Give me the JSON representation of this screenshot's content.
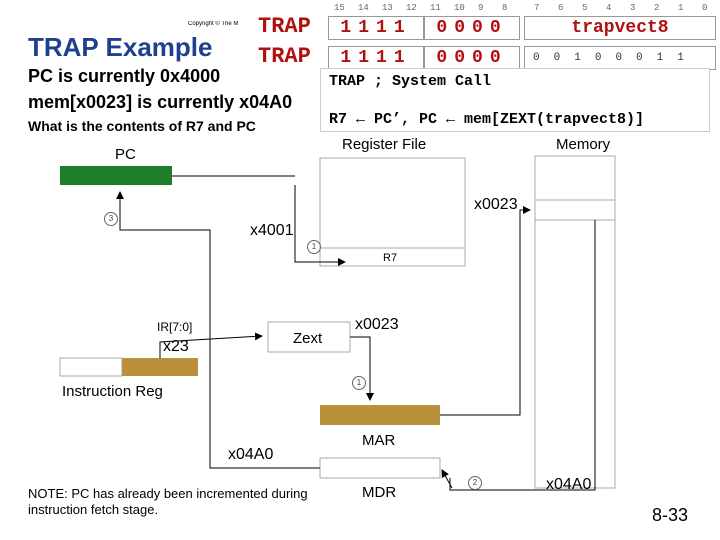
{
  "header": {
    "copyright": "Copyright © The M",
    "title": "TRAP Example",
    "q1": "PC is currently 0x4000",
    "q2": "mem[x0023] is currently x04A0",
    "q3": "What is the contents of R7 and PC"
  },
  "encoding": {
    "bit_numbers": [
      "15",
      "14",
      "13",
      "12",
      "11",
      "10",
      "9",
      "8",
      "7",
      "6",
      "5",
      "4",
      "3",
      "2",
      "1",
      "0"
    ],
    "row1": {
      "mnemonic": "TRAP",
      "opcode_bits": [
        "1",
        "1",
        "1",
        "1"
      ],
      "zero_bits": [
        "0",
        "0",
        "0",
        "0"
      ],
      "field": "trapvect8"
    },
    "row2": {
      "mnemonic": "TRAP",
      "opcode_bits": [
        "1",
        "1",
        "1",
        "1"
      ],
      "zero_bits": [
        "0",
        "0",
        "0",
        "0"
      ],
      "vector_bits": [
        "0",
        "0",
        "1",
        "0",
        "0",
        "0",
        "1",
        "1"
      ]
    }
  },
  "code": {
    "line1": "TRAP ; System Call",
    "line2": "R7 ← PC’, PC ← mem[ZEXT(trapvect8)]"
  },
  "diagram": {
    "pc_label": "PC",
    "register_file_label": "Register File",
    "memory_label": "Memory",
    "r7_label": "R7",
    "ir_field_label": "IR[7:0]",
    "zext_label": "Zext",
    "ir_label": "Instruction Reg",
    "mar_label": "MAR",
    "mdr_label": "MDR",
    "step1": "1",
    "step2": "2",
    "step3": "3",
    "val_pc_plus": "x4001",
    "val_mem_addr": "x0023",
    "val_ir": "x23",
    "val_zext": "x0023",
    "val_mdr_left": "x04A0",
    "val_mdr_right": "x04A0"
  },
  "colors": {
    "green": "#1e7f2a",
    "gold": "#b8913a",
    "red": "#b01010",
    "title": "#1f3f8f"
  },
  "footer": {
    "note": "NOTE: PC has already been incremented during instruction fetch stage.",
    "slide_number": "8-33"
  }
}
